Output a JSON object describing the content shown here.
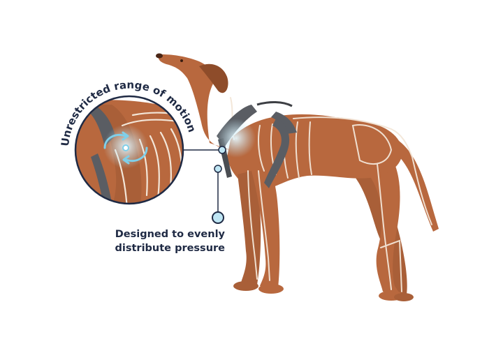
{
  "callouts": {
    "motion_label": "Unrestricted range of motion",
    "pressure_line1": "Designed to evenly",
    "pressure_line2": "distribute pressure"
  },
  "colors": {
    "navy": "#1f2a44",
    "coat": "#b8683e",
    "coat_dark": "#8e4c2a",
    "bone": "#f3e6d8",
    "joint_glow": "#bfe6f4",
    "harness": "#5a5d63"
  },
  "icons": {
    "callout_dot": "circle",
    "motion_arrows": "rotate-arrows"
  }
}
